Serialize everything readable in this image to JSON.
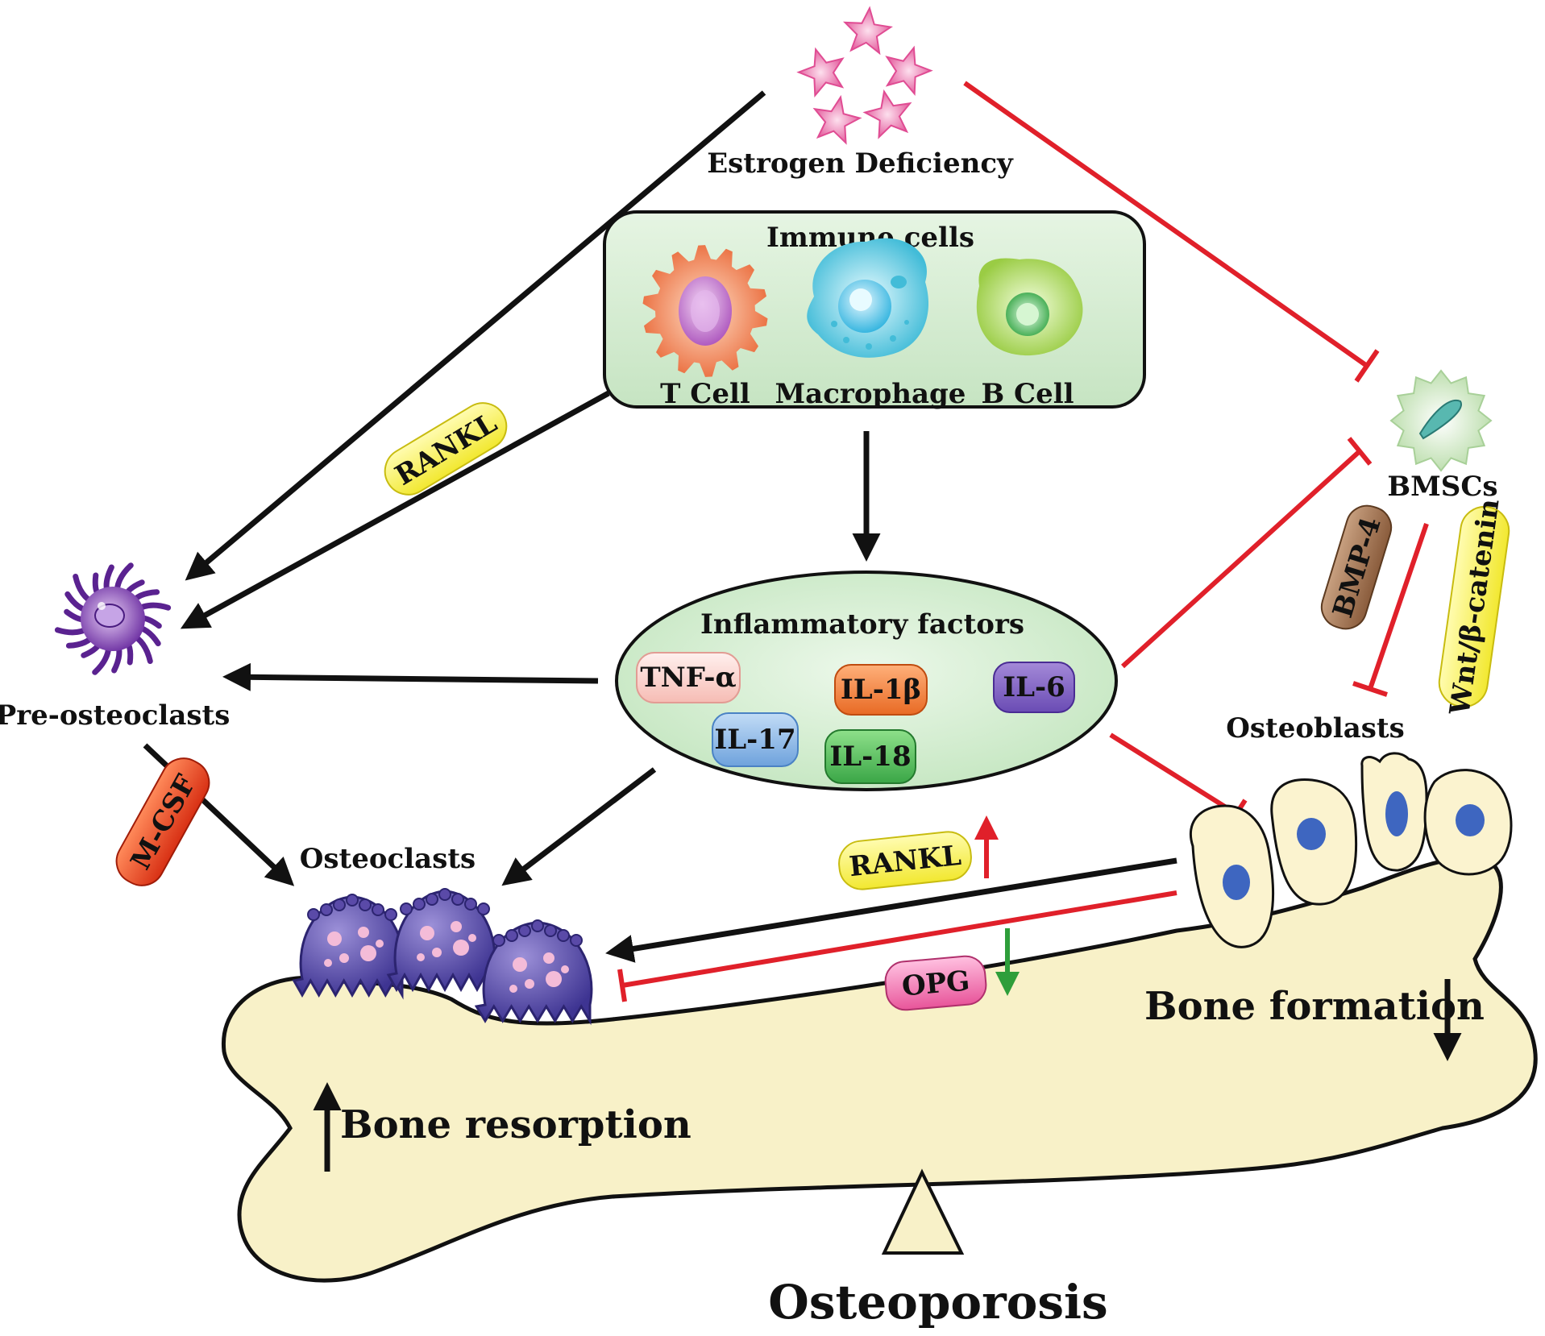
{
  "labels": {
    "estrogen": "Estrogen Deficiency",
    "immune_title": "Immune cells",
    "t_cell": "T Cell",
    "macrophage": "Macrophage",
    "b_cell": "B Cell",
    "inflammatory_title": "Inflammatory factors",
    "pre_osteoclasts": "Pre-osteoclasts",
    "osteoclasts": "Osteoclasts",
    "bmscs": "BMSCs",
    "osteoblasts": "Osteoblasts",
    "bone_resorption": "Bone resorption",
    "bone_formation": "Bone formation",
    "osteoporosis": "Osteoporosis"
  },
  "factors": {
    "tnf": "TNF-α",
    "il1b": "IL-1β",
    "il6": "IL-6",
    "il17": "IL-17",
    "il18": "IL-18"
  },
  "signals": {
    "rankl_top": "RANKL",
    "mcsf": "M-CSF",
    "rankl_mid": "RANKL",
    "opg": "OPG",
    "bmp4": "BMP-4",
    "wnt": "Wnt/β-catenin"
  },
  "colors": {
    "activation_arrow": "#111111",
    "inhibition_line": "#e0202a",
    "opg_arrow": "#2e9e3a",
    "bone_fill": "#f7f0c6",
    "immune_box_fill": "#d6ecd2",
    "star_pink": "#e8559a",
    "osteoclast_purple": "#5a4aa8"
  },
  "icons": {
    "estrogen": "pink-stars-icon",
    "t_cell": "t-cell-icon",
    "macrophage": "macrophage-icon",
    "b_cell": "b-cell-icon",
    "pre_osteoclast": "pre-osteoclast-icon",
    "bmsc": "bmsc-icon"
  }
}
